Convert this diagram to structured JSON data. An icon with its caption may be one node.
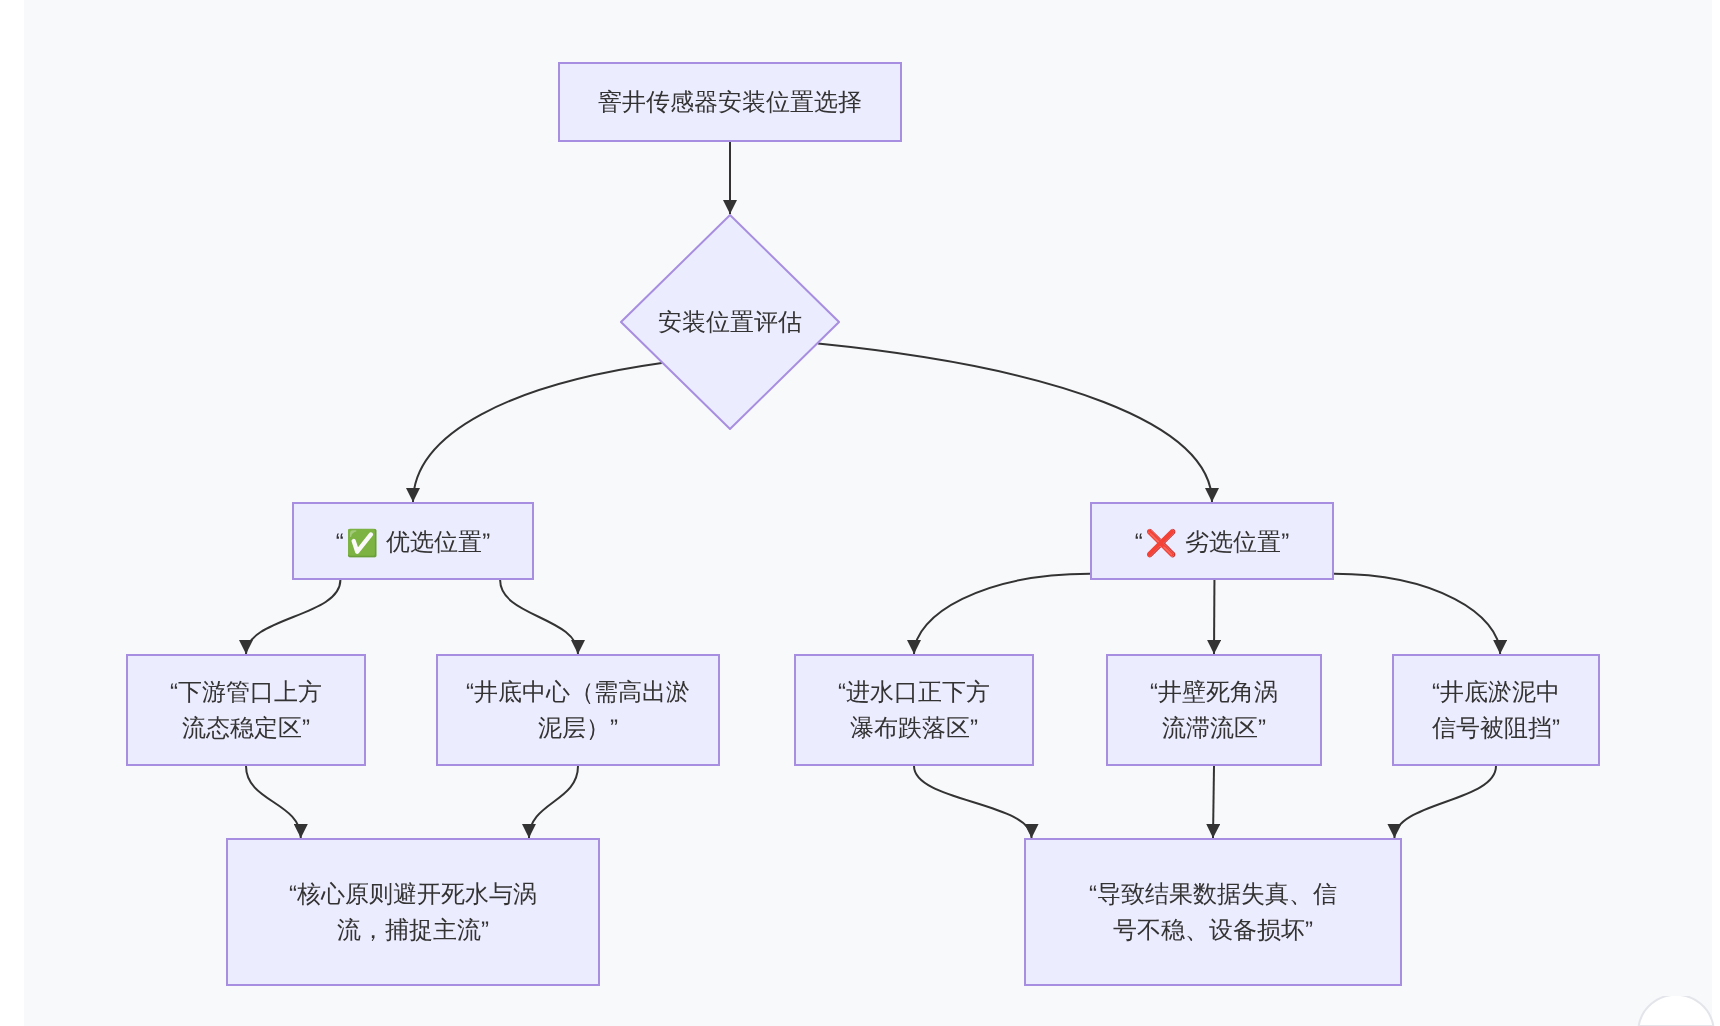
{
  "diagram": {
    "nodes": [
      {
        "text": [
          "窨井传感器安装位置选择"
        ]
      },
      {
        "text": [
          "安装位置评估"
        ]
      },
      {
        "text": [
          "“✅ 优选位置”"
        ]
      },
      {
        "text": [
          "“❌ 劣选位置”"
        ]
      },
      {
        "text": [
          "“下游管口上方流态稳定区”"
        ]
      },
      {
        "text": [
          "“井底中心（需高出淤泥层）”"
        ]
      },
      {
        "text": [
          "“进水口正下方瀑布跌落区”"
        ]
      },
      {
        "text": [
          "“井壁死角涡流滞流区”"
        ]
      },
      {
        "text": [
          "“井底淤泥中信号被阻挡”"
        ]
      },
      {
        "text": [
          "“核心原则避开死水与涡流，捕捉主流”"
        ]
      },
      {
        "text": [
          "“导致结果数据失真、信号不稳、设备损坏”"
        ]
      }
    ],
    "edges": [
      {
        "from": 0,
        "to": 1,
        "arrow": "to"
      },
      {
        "from": 1,
        "to": 2,
        "arrow": "to"
      },
      {
        "from": 1,
        "to": 3,
        "arrow": "to"
      },
      {
        "from": 2,
        "to": 4,
        "arrow": "to"
      },
      {
        "from": 2,
        "to": 5,
        "arrow": "to"
      },
      {
        "from": 3,
        "to": 6,
        "arrow": "to"
      },
      {
        "from": 3,
        "to": 7,
        "arrow": "to"
      },
      {
        "from": 3,
        "to": 8,
        "arrow": "to"
      },
      {
        "from": 4,
        "to": 9,
        "arrow": "to"
      },
      {
        "from": 5,
        "to": 9,
        "arrow": "to"
      },
      {
        "from": 6,
        "to": 10,
        "arrow": "to"
      },
      {
        "from": 7,
        "to": 10,
        "arrow": "to"
      },
      {
        "from": 8,
        "to": 10,
        "arrow": "to"
      }
    ]
  }
}
